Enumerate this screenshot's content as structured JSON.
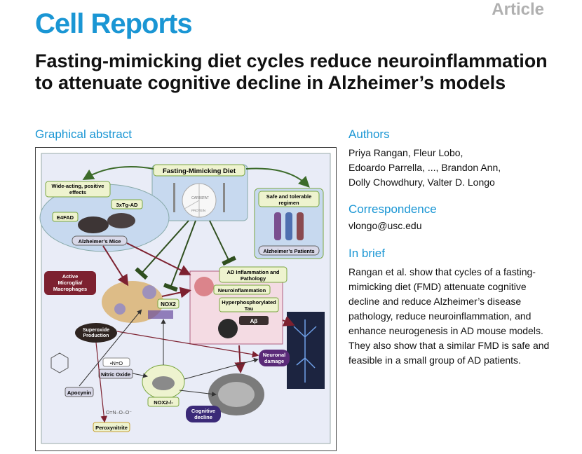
{
  "header": {
    "journal": "Cell Reports",
    "article_type": "Article",
    "title": "Fasting-mimicking diet cycles reduce neuroinflammation to attenuate cognitive decline in Alzheimer’s models"
  },
  "graphical_abstract": {
    "heading": "Graphical abstract",
    "fmd_label": "Fasting-Mimicking Diet",
    "plate_carbs": "CARBS",
    "plate_fat": "FAT",
    "plate_protein": "PROTEIN",
    "wide_acting": "Wide-acting, positive effects",
    "safe_regimen": "Safe and tolerable regimen",
    "tg_3x": "3xTg-AD",
    "e4fad": "E4FAD",
    "ad_mice": "Alzheimer’s Mice",
    "ad_patients": "Alzheimer’s Patients",
    "microglia": "Active Microglia/ Macrophages",
    "nox2": "NOX2",
    "ad_inflammation": "AD Inflammation and Pathology",
    "neuroinflammation": "Neuroinflammation",
    "hyper_tau": "Hyperphosphorylated Tau",
    "abeta": "Aβ",
    "superoxide": "Superoxide Production",
    "nitric_oxide": "Nitric Oxide",
    "no_formula": "•N=O",
    "apocynin": "Apocynin",
    "nox2_ko": "NOX2-/-",
    "neuronal_damage": "Neuronal damage",
    "cognitive_decline": "Cognitive decline",
    "peroxynitrite": "Peroxynitrite",
    "colors": {
      "frame_bg": "#e9ecf7",
      "blob": "#c7d9ef",
      "label_green": "#eef3cf",
      "label_border": "#7aa640",
      "maroon": "#7d2130",
      "purple": "#5a2a78",
      "arrow_green": "#3c6b2a"
    }
  },
  "authors": {
    "heading": "Authors",
    "line1": "Priya Rangan, Fleur Lobo,",
    "line2": "Edoardo Parrella, ..., Brandon Ann,",
    "line3": "Dolly Chowdhury, Valter D. Longo"
  },
  "correspondence": {
    "heading": "Correspondence",
    "email": "vlongo@usc.edu"
  },
  "in_brief": {
    "heading": "In brief",
    "text": "Rangan et al. show that cycles of a fasting-mimicking diet (FMD) attenuate cognitive decline and reduce Alzheimer’s disease pathology, reduce neuroinflammation, and enhance neurogenesis in AD mouse models. They also show that a similar FMD is safe and feasible in a small group of AD patients."
  }
}
